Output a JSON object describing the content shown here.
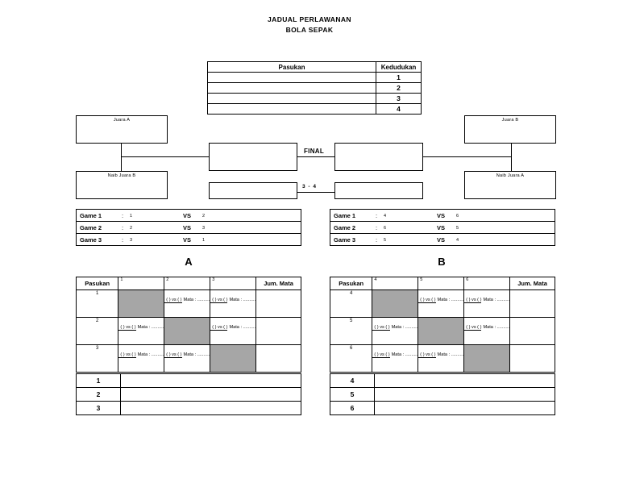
{
  "document": {
    "title_line_1": "JADUAL PERLAWANAN",
    "title_line_2": "BOLA SEPAK"
  },
  "standings_table": {
    "headers": [
      "Pasukan",
      "Kedudukan"
    ],
    "rows": [
      {
        "team": "",
        "position": "1"
      },
      {
        "team": "",
        "position": "2"
      },
      {
        "team": "",
        "position": "3"
      },
      {
        "team": "",
        "position": "4"
      }
    ]
  },
  "bracket": {
    "left_top_label": "Juara A",
    "left_bottom_label": "Naib Juara B",
    "right_top_label": "Juara B",
    "right_bottom_label": "Naib Juara A",
    "final_label": "FINAL",
    "third_place_label": "3  -  4",
    "semifinal_left_label": "",
    "semifinal_right_label": "",
    "playoff_left_label": "",
    "playoff_right_label": ""
  },
  "group_a": {
    "letter": "A",
    "games": [
      {
        "name": "Game 1",
        "colon": ":",
        "team1": "1",
        "vs": "VS",
        "team2": "2"
      },
      {
        "name": "Game 2",
        "colon": ":",
        "team1": "2",
        "vs": "VS",
        "team2": "3"
      },
      {
        "name": "Game 3",
        "colon": ":",
        "team1": "3",
        "vs": "VS",
        "team2": "1"
      }
    ],
    "matrix": {
      "header_first": "Pasukan",
      "header_teams": [
        "1",
        "2",
        "3"
      ],
      "header_last": "Jum. Mata",
      "score_text": "(        )  vs  (        )",
      "points_text": "Mata : ..........",
      "rows": [
        {
          "label": "1",
          "cells": [
            "shaded",
            "match",
            "match"
          ],
          "total": ""
        },
        {
          "label": "2",
          "cells": [
            "match",
            "shaded",
            "match"
          ],
          "total": ""
        },
        {
          "label": "3",
          "cells": [
            "match",
            "match",
            "shaded"
          ],
          "total": ""
        }
      ]
    },
    "results": [
      {
        "num": "1",
        "value": ""
      },
      {
        "num": "2",
        "value": ""
      },
      {
        "num": "3",
        "value": ""
      }
    ]
  },
  "group_b": {
    "letter": "B",
    "games": [
      {
        "name": "Game 1",
        "colon": ":",
        "team1": "4",
        "vs": "VS",
        "team2": "6"
      },
      {
        "name": "Game 2",
        "colon": ":",
        "team1": "6",
        "vs": "VS",
        "team2": "5"
      },
      {
        "name": "Game 3",
        "colon": ":",
        "team1": "5",
        "vs": "VS",
        "team2": "4"
      }
    ],
    "matrix": {
      "header_first": "Pasukan",
      "header_teams": [
        "4",
        "5",
        "6"
      ],
      "header_last": "Jum. Mata",
      "score_text": "(        )  vs  (        )",
      "points_text": "Mata : ..........",
      "rows": [
        {
          "label": "4",
          "cells": [
            "shaded",
            "match",
            "match"
          ],
          "total": ""
        },
        {
          "label": "5",
          "cells": [
            "match",
            "shaded",
            "match"
          ],
          "total": ""
        },
        {
          "label": "6",
          "cells": [
            "match",
            "match",
            "shaded"
          ],
          "total": ""
        }
      ]
    },
    "results": [
      {
        "num": "4",
        "value": ""
      },
      {
        "num": "5",
        "value": ""
      },
      {
        "num": "6",
        "value": ""
      }
    ]
  },
  "colors": {
    "shaded_cell": "#a6a6a6",
    "border": "#000000",
    "background": "#ffffff"
  }
}
